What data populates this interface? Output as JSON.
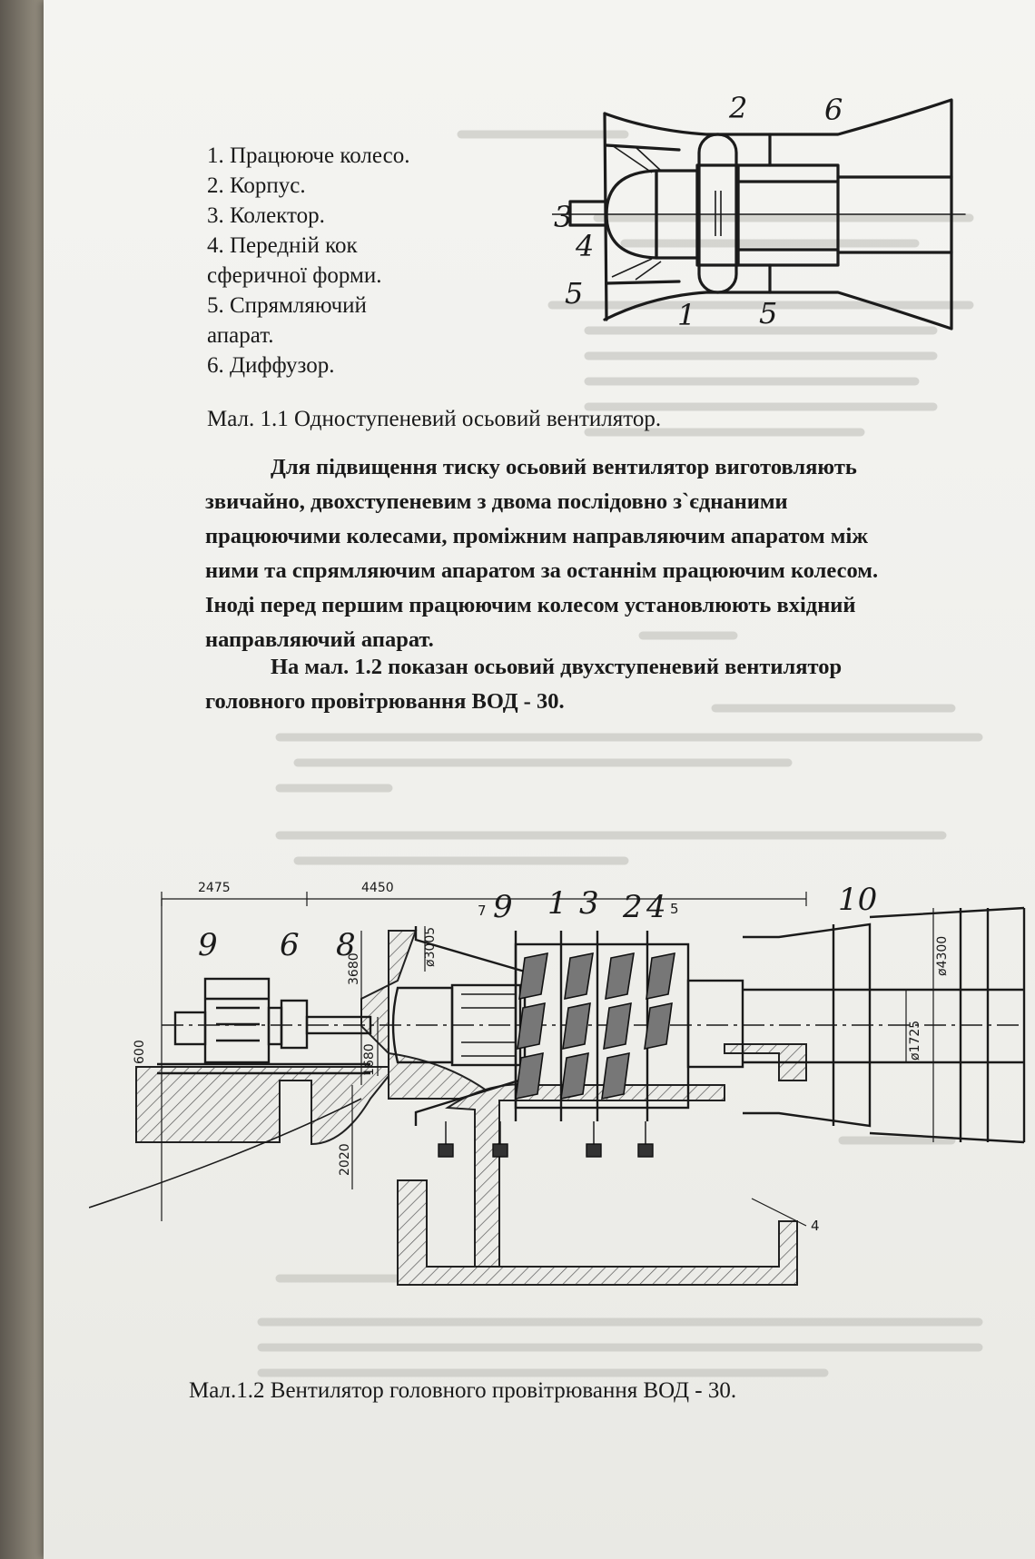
{
  "legend": [
    "1.  Працююче колесо.",
    "2. Корпус.",
    "3. Колектор.",
    "4. Передній кок",
    "сферичної форми.",
    "5. Спрямляючий",
    "апарат.",
    "6. Диффузор."
  ],
  "fig1": {
    "caption": "Мал. 1.1 Одноступеневий осьовий вентилятор.",
    "labels": [
      "2",
      "6",
      "3",
      "4",
      "5",
      "1",
      "5"
    ]
  },
  "para1": [
    "Для підвищення тиску осьовий вентилятор виготовляють",
    "звичайно, двохступеневим з двома послідовно з`єднаними",
    "працюючими колесами, проміжним направляючим апаратом між",
    "ними та спрямляючим апаратом за останнім працюючим колесом.",
    "Іноді перед першим працюючим колесом установлюють вхідний",
    "направляючий апарат."
  ],
  "para2": [
    "На мал. 1.2 показан осьовий двухступеневий вентилятор",
    "головного провітрювання ВОД - 30."
  ],
  "fig2": {
    "caption": "Мал.1.2 Вентилятор головного провітрювання ВОД - 30.",
    "labels": [
      "9",
      "6",
      "8",
      "9",
      "1",
      "3",
      "2",
      "4",
      "10",
      "7",
      "5",
      "4"
    ],
    "dims": [
      "600",
      "3680",
      "1680",
      "2020",
      "ø3005",
      "ø4300",
      "ø1725",
      "4450",
      "2475"
    ]
  }
}
